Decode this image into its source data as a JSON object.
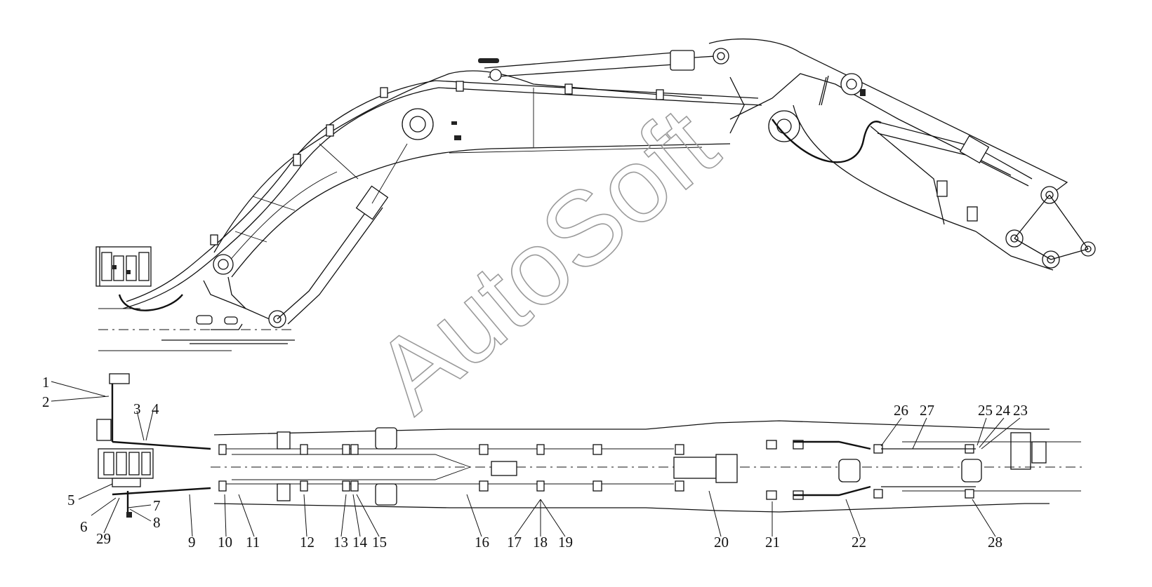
{
  "watermark": "AutoSoft",
  "callouts": [
    "1",
    "2",
    "3",
    "4",
    "5",
    "6",
    "7",
    "8",
    "9",
    "10",
    "11",
    "12",
    "13",
    "14",
    "15",
    "16",
    "17",
    "18",
    "19",
    "20",
    "21",
    "22",
    "23",
    "24",
    "25",
    "26",
    "27",
    "28",
    "29"
  ]
}
